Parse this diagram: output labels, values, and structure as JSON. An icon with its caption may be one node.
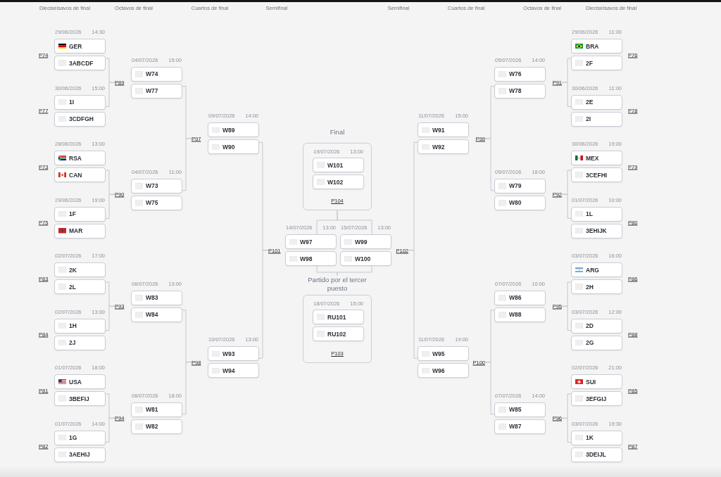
{
  "diagram": {
    "nodes": [
      {
        "text": [
          "GER"
        ],
        "beside": [
          "29/06/2026",
          "14:30"
        ]
      },
      {
        "text": [
          "3ABCDF"
        ]
      },
      {
        "text": [
          "1I"
        ],
        "beside": [
          "30/06/2026",
          "15:00"
        ]
      },
      {
        "text": [
          "3CDFGH"
        ]
      },
      {
        "text": [
          "RSA"
        ],
        "beside": [
          "28/06/2026",
          "13:00"
        ]
      },
      {
        "text": [
          "CAN"
        ]
      },
      {
        "text": [
          "1F"
        ],
        "beside": [
          "29/06/2026",
          "19:00"
        ]
      },
      {
        "text": [
          "MAR"
        ]
      },
      {
        "text": [
          "2K"
        ],
        "beside": [
          "02/07/2026",
          "17:00"
        ]
      },
      {
        "text": [
          "2L"
        ]
      },
      {
        "text": [
          "1H"
        ],
        "beside": [
          "02/07/2026",
          "13:00"
        ]
      },
      {
        "text": [
          "2J"
        ]
      },
      {
        "text": [
          "USA"
        ],
        "beside": [
          "01/07/2026",
          "18:00"
        ]
      },
      {
        "text": [
          "3BEFIJ"
        ]
      },
      {
        "text": [
          "1G"
        ],
        "beside": [
          "01/07/2026",
          "14:00"
        ]
      },
      {
        "text": [
          "3AEHIJ"
        ]
      },
      {
        "text": [
          "P89"
        ]
      },
      {
        "text": [
          "W74"
        ],
        "beside": [
          "04/07/2026",
          "15:00"
        ]
      },
      {
        "text": [
          "W77"
        ]
      },
      {
        "text": [
          "P90"
        ]
      },
      {
        "text": [
          "W73"
        ],
        "beside": [
          "04/07/2026",
          "11:00"
        ]
      },
      {
        "text": [
          "W75"
        ]
      },
      {
        "text": [
          "P93"
        ]
      },
      {
        "text": [
          "W83"
        ],
        "beside": [
          "06/07/2026",
          "13:00"
        ]
      },
      {
        "text": [
          "W84"
        ]
      },
      {
        "text": [
          "P94"
        ]
      },
      {
        "text": [
          "W81"
        ],
        "beside": [
          "06/07/2026",
          "18:00"
        ]
      },
      {
        "text": [
          "W82"
        ]
      },
      {
        "text": [
          "P97"
        ]
      },
      {
        "text": [
          "W89"
        ],
        "beside": [
          "09/07/2026",
          "14:00"
        ]
      },
      {
        "text": [
          "W90"
        ]
      },
      {
        "text": [
          "P98"
        ]
      },
      {
        "text": [
          "W93"
        ],
        "beside": [
          "10/07/2026",
          "13:00"
        ]
      },
      {
        "text": [
          "W94"
        ]
      },
      {
        "text": [
          "Final",
          "19/07/2026",
          "13:00",
          "P104"
        ]
      },
      {
        "text": [
          "W101"
        ],
        "in": 34
      },
      {
        "text": [
          "W102"
        ],
        "in": 34
      },
      {
        "text": [
          "P101"
        ]
      },
      {
        "text": [
          "W97"
        ],
        "beside": [
          "14/07/2026",
          "13:00"
        ]
      },
      {
        "text": [
          "W98"
        ]
      },
      {
        "text": [
          "W99"
        ],
        "beside": [
          "15/07/2026",
          "13:00"
        ]
      },
      {
        "text": [
          "W100"
        ]
      },
      {
        "text": [
          "P102"
        ]
      },
      {
        "text": [
          "Partido por el tercer puesto",
          "18/07/2026",
          "15:00",
          "P103"
        ]
      },
      {
        "text": [
          "RU101"
        ],
        "in": 43
      },
      {
        "text": [
          "RU102"
        ],
        "in": 43
      },
      {
        "text": [
          "W91"
        ],
        "beside": [
          "11/07/2026",
          "15:00"
        ]
      },
      {
        "text": [
          "W92"
        ]
      },
      {
        "text": [
          "P99"
        ]
      },
      {
        "text": [
          "W95"
        ],
        "beside": [
          "11/07/2026",
          "19:00"
        ]
      },
      {
        "text": [
          "W96"
        ]
      },
      {
        "text": [
          "P100"
        ]
      },
      {
        "text": [
          "W76"
        ],
        "beside": [
          "05/07/2026",
          "14:00"
        ]
      },
      {
        "text": [
          "W78"
        ]
      },
      {
        "text": [
          "P91"
        ]
      },
      {
        "text": [
          "W79"
        ],
        "beside": [
          "05/07/2026",
          "18:00"
        ]
      },
      {
        "text": [
          "W80"
        ]
      },
      {
        "text": [
          "P92"
        ]
      },
      {
        "text": [
          "W86"
        ],
        "beside": [
          "07/07/2026",
          "10:00"
        ]
      },
      {
        "text": [
          "W88"
        ]
      },
      {
        "text": [
          "P95"
        ]
      },
      {
        "text": [
          "W85"
        ],
        "beside": [
          "07/07/2026",
          "14:00"
        ]
      },
      {
        "text": [
          "W87"
        ]
      },
      {
        "text": [
          "P96"
        ]
      },
      {
        "text": [
          "BRA"
        ],
        "beside": [
          "29/06/2026",
          "11:00"
        ]
      },
      {
        "text": [
          "2F"
        ]
      },
      {
        "text": [
          "2E"
        ],
        "beside": [
          "30/06/2026",
          "11:00"
        ]
      },
      {
        "text": [
          "2I"
        ]
      },
      {
        "text": [
          "MEX"
        ],
        "beside": [
          "30/06/2026",
          "19:00"
        ]
      },
      {
        "text": [
          "3CEFHI"
        ]
      },
      {
        "text": [
          "1L"
        ],
        "beside": [
          "01/07/2026",
          "10:00"
        ]
      },
      {
        "text": [
          "3EHIJK"
        ]
      },
      {
        "text": [
          "ARG"
        ],
        "beside": [
          "03/07/2026",
          "16:00"
        ]
      },
      {
        "text": [
          "2H"
        ]
      },
      {
        "text": [
          "2D"
        ],
        "beside": [
          "03/07/2026",
          "12:00"
        ]
      },
      {
        "text": [
          "2G"
        ]
      },
      {
        "text": [
          "SUI"
        ],
        "beside": [
          "02/07/2026",
          "21:00"
        ]
      },
      {
        "text": [
          "3EFGIJ"
        ]
      },
      {
        "text": [
          "1K"
        ],
        "beside": [
          "03/07/2026",
          "19:30"
        ]
      },
      {
        "text": [
          "3DEIJL"
        ]
      }
    ],
    "edges": [
      {
        "from": 1,
        "to": 16,
        "arrow": "none"
      },
      {
        "from": 2,
        "to": 16,
        "arrow": "none"
      },
      {
        "from": 5,
        "to": 19,
        "arrow": "none"
      },
      {
        "from": 6,
        "to": 19,
        "arrow": "none"
      },
      {
        "from": 9,
        "to": 22,
        "arrow": "none"
      },
      {
        "from": 10,
        "to": 22,
        "arrow": "none"
      },
      {
        "from": 13,
        "to": 25,
        "arrow": "none"
      },
      {
        "from": 14,
        "to": 25,
        "arrow": "none"
      },
      {
        "from": 18,
        "to": 28,
        "arrow": "none"
      },
      {
        "from": 20,
        "to": 28,
        "arrow": "none"
      },
      {
        "from": 24,
        "to": 31,
        "arrow": "none"
      },
      {
        "from": 26,
        "to": 31,
        "arrow": "none"
      },
      {
        "from": 30,
        "to": 37,
        "arrow": "none"
      },
      {
        "from": 32,
        "to": 37,
        "arrow": "none"
      },
      {
        "from": 38,
        "to": 34,
        "arrow": "none"
      },
      {
        "from": 40,
        "to": 34,
        "arrow": "none"
      },
      {
        "from": 39,
        "to": 43,
        "arrow": "none"
      },
      {
        "from": 41,
        "to": 43,
        "arrow": "none"
      },
      {
        "from": 47,
        "to": 42,
        "arrow": "none"
      },
      {
        "from": 49,
        "to": 42,
        "arrow": "none"
      },
      {
        "from": 53,
        "to": 48,
        "arrow": "none"
      },
      {
        "from": 55,
        "to": 48,
        "arrow": "none"
      },
      {
        "from": 59,
        "to": 51,
        "arrow": "none"
      },
      {
        "from": 61,
        "to": 51,
        "arrow": "none"
      },
      {
        "from": 65,
        "to": 54,
        "arrow": "none"
      },
      {
        "from": 66,
        "to": 54,
        "arrow": "none"
      },
      {
        "from": 69,
        "to": 57,
        "arrow": "none"
      },
      {
        "from": 70,
        "to": 57,
        "arrow": "none"
      },
      {
        "from": 73,
        "to": 60,
        "arrow": "none"
      },
      {
        "from": 74,
        "to": 60,
        "arrow": "none"
      },
      {
        "from": 77,
        "to": 63,
        "arrow": "none"
      },
      {
        "from": 78,
        "to": 63,
        "arrow": "none"
      }
    ],
    "labels": [
      "Dieciseisavos de final",
      "Octavos de final",
      "Cuartos de final",
      "Semifinal",
      "Semifinal",
      "Cuartos de final",
      "Octavos de final",
      "Dieciseisavos de final",
      "P74",
      "P77",
      "P73",
      "P75",
      "P83",
      "P84",
      "P81",
      "P82",
      "P76",
      "P78",
      "P79",
      "P80",
      "P86",
      "P88",
      "P85",
      "P87"
    ]
  }
}
